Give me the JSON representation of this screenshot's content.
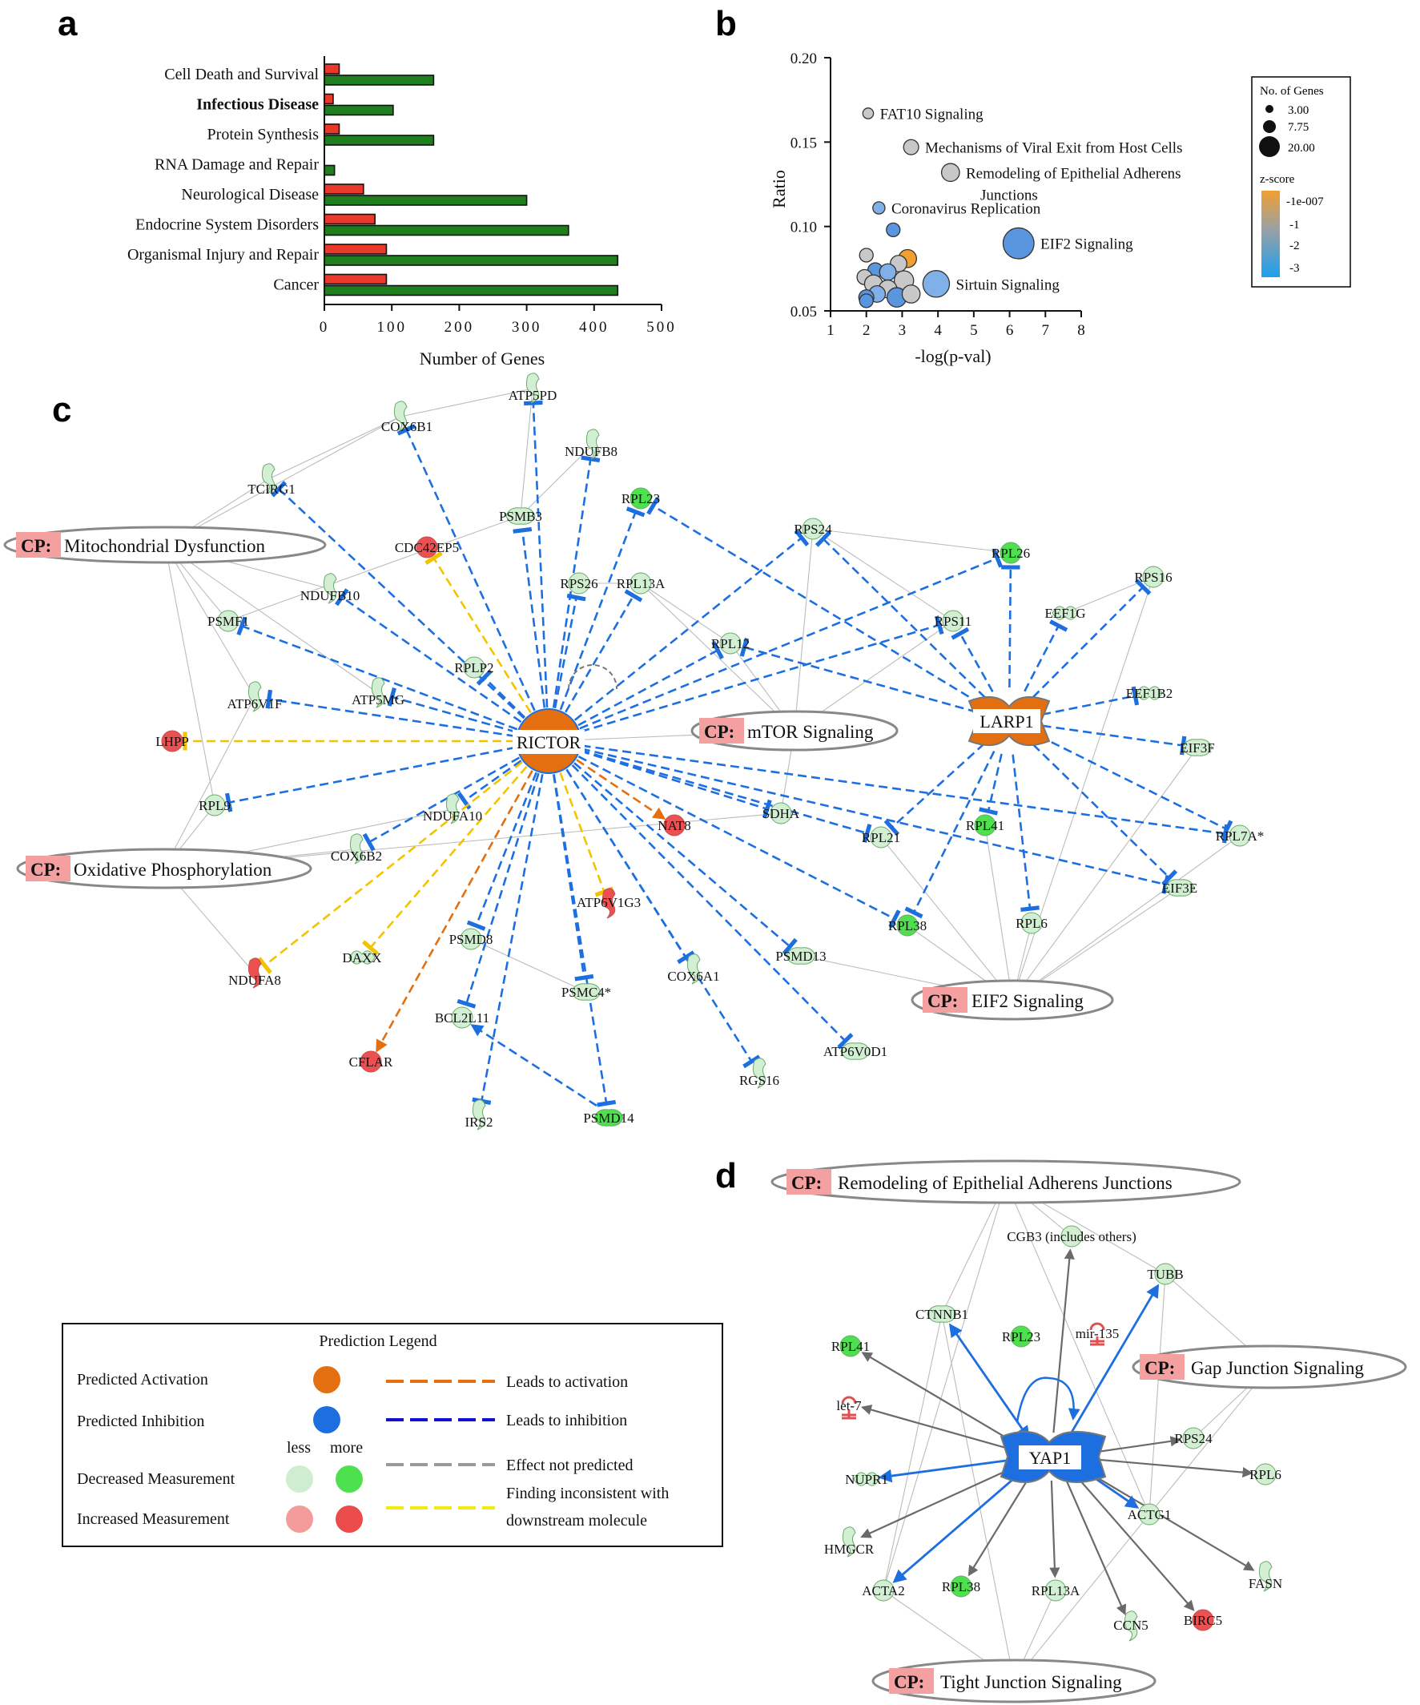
{
  "panel_letters": {
    "a": "a",
    "b": "b",
    "c": "c",
    "d": "d"
  },
  "colors": {
    "bar_red": "#e8392b",
    "bar_green": "#1f7f1f",
    "activation": "#e36f10",
    "inhibition": "#1d6fe0",
    "decreased_less": "#cfeed1",
    "decreased_more": "#4ee04e",
    "increased_less": "#f49b9b",
    "increased_more": "#ec4b4b",
    "inconsistent": "#f2c400",
    "not_predicted": "#888888",
    "cp_tag": "#f4a0a0"
  },
  "chart_data": [
    {
      "type": "bar",
      "panel": "a",
      "orientation": "horizontal",
      "categories": [
        "Cell Death and Survival",
        "Infectious Disease",
        "Protein Synthesis",
        "RNA Damage and Repair",
        "Neurological Disease",
        "Endocrine System Disorders",
        "Organismal Injury and Repair",
        "Cancer"
      ],
      "bold_category": "Infectious Disease",
      "series": [
        {
          "color": "#e8392b",
          "values": [
            22,
            13,
            22,
            0,
            58,
            75,
            92,
            92
          ]
        },
        {
          "color": "#1f7f1f",
          "values": [
            162,
            102,
            162,
            15,
            300,
            362,
            435,
            435
          ]
        }
      ],
      "xlabel": "Number of Genes",
      "xlim": [
        0,
        500
      ],
      "xticks": [
        "0",
        "100",
        "200",
        "300",
        "400",
        "500"
      ]
    },
    {
      "type": "scatter",
      "panel": "b",
      "xlabel": "-log(p-val)",
      "ylabel": "Ratio",
      "xlim": [
        1,
        8
      ],
      "ylim": [
        0.05,
        0.2
      ],
      "xticks": [
        "1",
        "2",
        "3",
        "4",
        "5",
        "6",
        "7",
        "8"
      ],
      "yticks": [
        "0.05",
        "0.10",
        "0.15",
        "0.20"
      ],
      "labeled_points": [
        {
          "label": "FAT10 Signaling",
          "x": 2.05,
          "y": 0.167,
          "size": 3.0,
          "color": "#c8c8c8"
        },
        {
          "label": "Mechanisms of Viral Exit from Host Cells",
          "x": 3.25,
          "y": 0.147,
          "size": 6.0,
          "color": "#c8c8c8"
        },
        {
          "label": "Remodeling of Epithelial Adherens Junctions",
          "x": 4.35,
          "y": 0.132,
          "size": 8.0,
          "color": "#c8c8c8"
        },
        {
          "label": "Coronavirus Replication",
          "x": 2.35,
          "y": 0.111,
          "size": 4.0,
          "color": "#7fb0e8"
        },
        {
          "label": "EIF2 Signaling",
          "x": 6.25,
          "y": 0.09,
          "size": 17.0,
          "color": "#5a96e0"
        },
        {
          "label": "Sirtuin Signaling",
          "x": 3.95,
          "y": 0.066,
          "size": 14.0,
          "color": "#7fb0e8"
        }
      ],
      "other_points": [
        {
          "x": 2.75,
          "y": 0.098,
          "size": 5.0,
          "color": "#5a96e0"
        },
        {
          "x": 2.0,
          "y": 0.083,
          "size": 5.0,
          "color": "#c8c8c8"
        },
        {
          "x": 3.15,
          "y": 0.081,
          "size": 8.0,
          "color": "#f0a030"
        },
        {
          "x": 2.9,
          "y": 0.078,
          "size": 7.0,
          "color": "#c8c8c8"
        },
        {
          "x": 2.25,
          "y": 0.074,
          "size": 6.0,
          "color": "#5a96e0"
        },
        {
          "x": 1.95,
          "y": 0.07,
          "size": 6.0,
          "color": "#c8c8c8"
        },
        {
          "x": 2.6,
          "y": 0.073,
          "size": 7.0,
          "color": "#7fb0e8"
        },
        {
          "x": 2.2,
          "y": 0.066,
          "size": 8.0,
          "color": "#c8c8c8"
        },
        {
          "x": 3.05,
          "y": 0.068,
          "size": 9.0,
          "color": "#c8c8c8"
        },
        {
          "x": 2.6,
          "y": 0.063,
          "size": 8.0,
          "color": "#c8c8c8"
        },
        {
          "x": 2.3,
          "y": 0.06,
          "size": 7.0,
          "color": "#7fb0e8"
        },
        {
          "x": 2.0,
          "y": 0.058,
          "size": 6.0,
          "color": "#5a96e0"
        },
        {
          "x": 2.85,
          "y": 0.058,
          "size": 9.0,
          "color": "#5a96e0"
        },
        {
          "x": 2.0,
          "y": 0.056,
          "size": 5.0,
          "color": "#5a96e0"
        },
        {
          "x": 3.25,
          "y": 0.06,
          "size": 8.0,
          "color": "#c8c8c8"
        }
      ],
      "size_legend": {
        "title": "No. of Genes",
        "values": [
          "3.00",
          "7.75",
          "20.00"
        ]
      },
      "color_legend": {
        "title": "z-score",
        "labels": [
          "-1e-007",
          "-1",
          "-2",
          "-3"
        ]
      }
    }
  ],
  "network_c": {
    "hubs": {
      "rictor": "RICTOR",
      "larp1": "LARP1"
    },
    "cp_tag": "CP:",
    "canonical_pathways": [
      "Mitochondrial Dysfunction",
      "mTOR Signaling",
      "Oxidative Phosphorylation",
      "EIF2 Signaling"
    ],
    "nodes": [
      "ATP5PD",
      "COX6B1",
      "NDUFB8",
      "TCIRG1",
      "PSMB3",
      "RPL23",
      "CDC42EP5",
      "RPS24",
      "RPL26",
      "RPS16",
      "RPS26",
      "RPL13A",
      "NDUFB10",
      "PSMF1",
      "RPS11",
      "EEF1G",
      "RPLP2",
      "RPL12",
      "ATP6V1F",
      "ATP5MG",
      "EEF1B2",
      "LHPP",
      "EIF3F",
      "RPL9",
      "NDUFA10",
      "NAT8",
      "SDHA",
      "RPL21",
      "RPL41",
      "RPL7A*",
      "COX6B2",
      "ATP6V1G3",
      "EIF3E",
      "RPL38",
      "RPL6",
      "PSMD8",
      "PSMD13",
      "DAXX",
      "NDUFA8",
      "PSMC4*",
      "COX6A1",
      "BCL2L11",
      "CFLAR",
      "ATP6V0D1",
      "RGS16",
      "IRS2",
      "PSMD14"
    ]
  },
  "legend": {
    "title": "Prediction Legend",
    "rows": [
      "Predicted Activation",
      "Predicted Inhibition",
      "Decreased Measurement",
      "Increased Measurement"
    ],
    "less": "less",
    "more": "more",
    "lines": [
      "Leads to activation",
      "Leads to inhibition",
      "Effect not predicted",
      "Finding inconsistent with",
      "downstream molecule"
    ]
  },
  "network_d": {
    "hub": "YAP1",
    "cp_tag": "CP:",
    "canonical_pathways": [
      "Remodeling of Epithelial Adherens Junctions",
      "Gap Junction Signaling",
      "Tight Junction Signaling"
    ],
    "nodes": [
      "CGB3 (includes others)",
      "TUBB",
      "CTNNB1",
      "RPL23",
      "mir-135",
      "RPL41",
      "let-7",
      "RPS24",
      "NUPR1",
      "RPL6",
      "ACTG1",
      "HMGCR",
      "ACTA2",
      "RPL38",
      "RPL13A",
      "CCN5",
      "BIRC5",
      "FASN"
    ]
  }
}
